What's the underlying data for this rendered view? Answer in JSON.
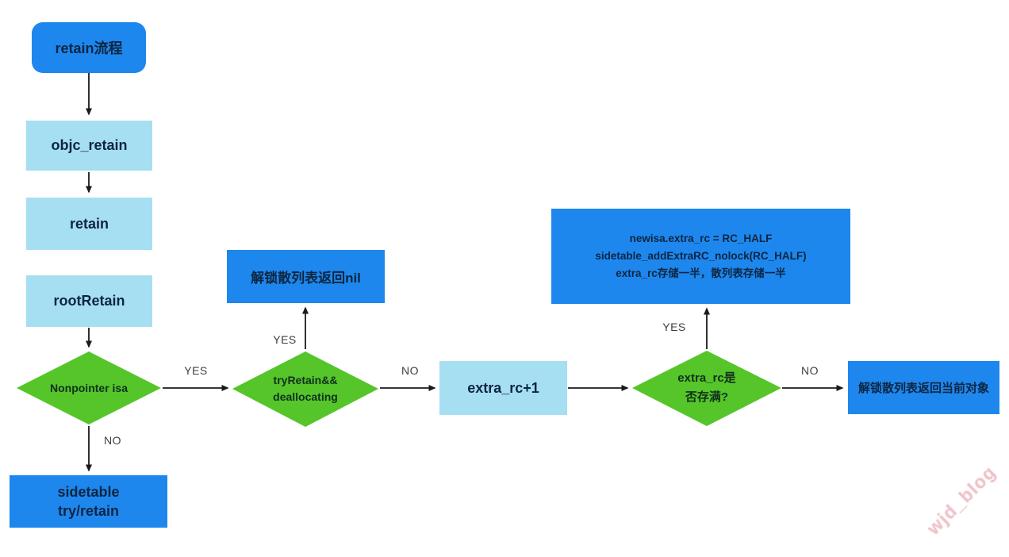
{
  "nodes": {
    "start": "retain流程",
    "objc_retain": "objc_retain",
    "retain": "retain",
    "root_retain": "rootRetain",
    "nonpointer_isa": "Nonpointer isa",
    "sidetable_try_retain": "sidetable\ntry/retain",
    "try_retain_deallocating": "tryRetain&&\ndeallocating",
    "unlock_return_nil": "解锁散列表返回nil",
    "extra_rc_plus_1": "extra_rc+1",
    "extra_rc_full": "extra_rc是\n否存满?",
    "store_half": "newisa.extra_rc = RC_HALF\nsidetable_addExtraRC_nolock(RC_HALF)\nextra_rc存储一半，散列表存储一半",
    "unlock_return_object": "解锁散列表返回当前对象"
  },
  "edge_labels": {
    "nonpointer_yes": "YES",
    "nonpointer_no": "NO",
    "deallocating_yes": "YES",
    "deallocating_no": "NO",
    "full_yes": "YES",
    "full_no": "NO"
  },
  "watermark": "wjd_blog",
  "colors": {
    "process_blue": "#1d87ee",
    "process_light_blue": "#a5dff1",
    "decision_green": "#55c52a",
    "node_text": "#0e2540",
    "edge_label_text": "#3e3e3e",
    "arrow": "#1a1a1a",
    "watermark_pink": "#dd7b8b",
    "background": "#ffffff"
  }
}
